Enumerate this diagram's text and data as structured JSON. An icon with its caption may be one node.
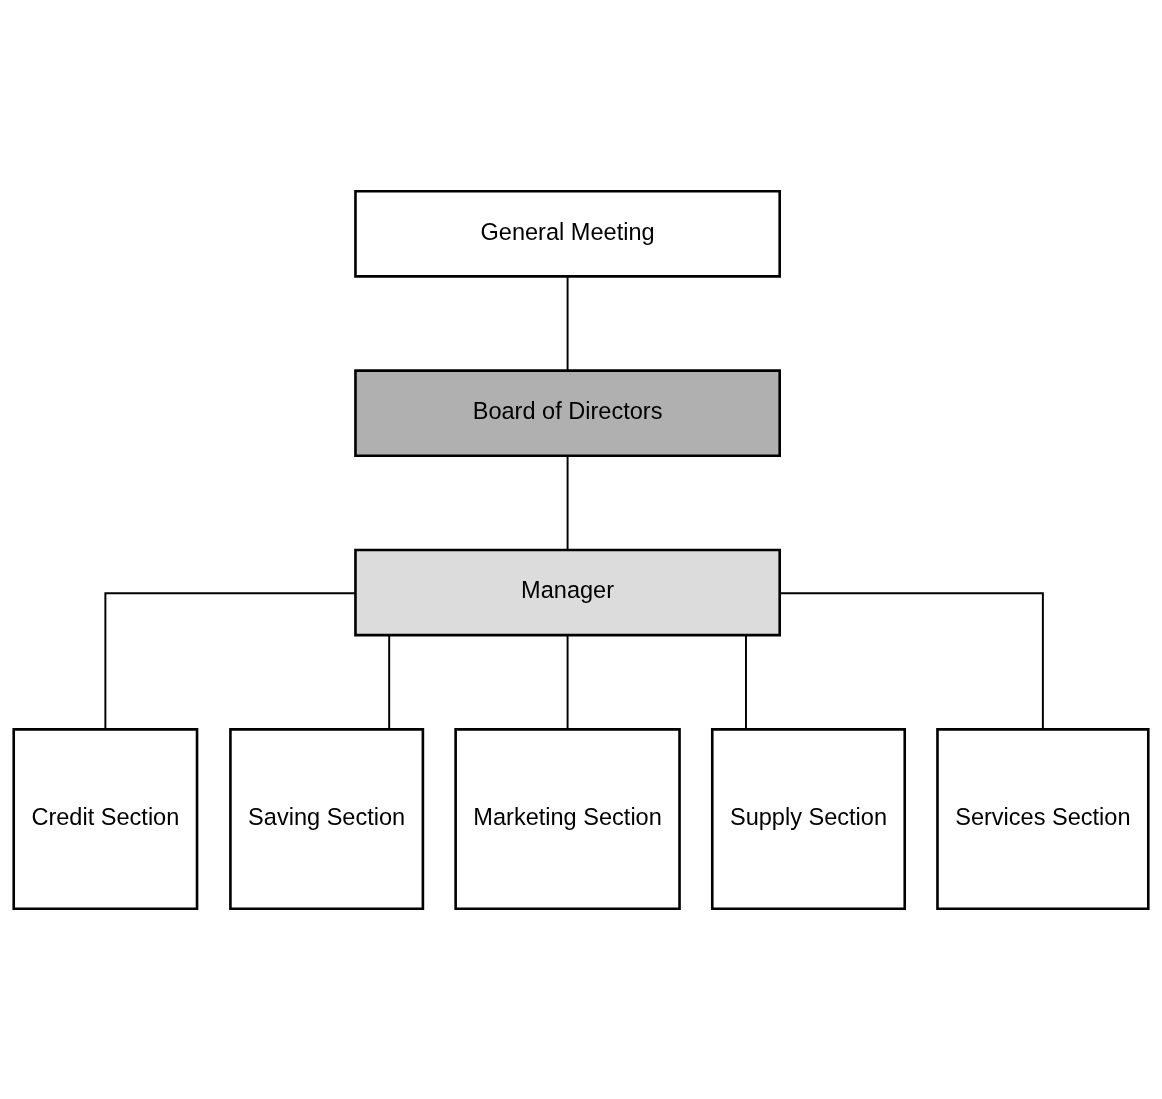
{
  "diagram": {
    "nodes": [
      {
        "text": [
          "General Meeting"
        ]
      },
      {
        "text": [
          "Board of Directors"
        ]
      },
      {
        "text": [
          "Manager"
        ]
      },
      {
        "text": [
          "Credit Section"
        ]
      },
      {
        "text": [
          "Saving Section"
        ]
      },
      {
        "text": [
          "Marketing Section"
        ]
      },
      {
        "text": [
          "Supply Section"
        ]
      },
      {
        "text": [
          "Services Section"
        ]
      }
    ],
    "edges": [
      {
        "from": 0,
        "to": 1,
        "arrow": "none"
      },
      {
        "from": 1,
        "to": 2,
        "arrow": "none"
      },
      {
        "from": 2,
        "to": 3,
        "arrow": "none"
      },
      {
        "from": 2,
        "to": 4,
        "arrow": "none"
      },
      {
        "from": 2,
        "to": 5,
        "arrow": "none"
      },
      {
        "from": 2,
        "to": 6,
        "arrow": "none"
      },
      {
        "from": 2,
        "to": 7,
        "arrow": "none"
      }
    ]
  }
}
